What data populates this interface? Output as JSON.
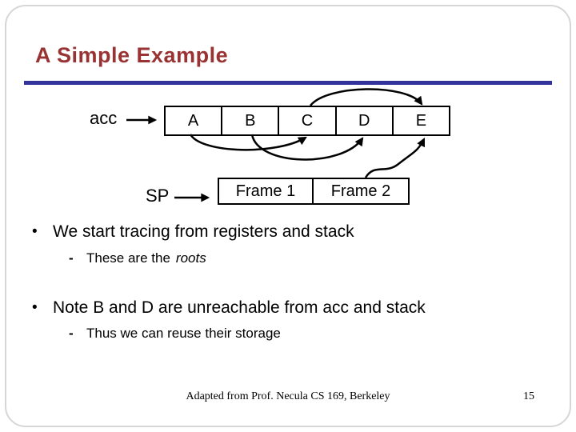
{
  "title": "A Simple Example",
  "diagram": {
    "acc_label": "acc",
    "sp_label": "SP",
    "cells": [
      "A",
      "B",
      "C",
      "D",
      "E"
    ],
    "frames": [
      "Frame 1",
      "Frame 2"
    ],
    "pointers": [
      {
        "from": "acc",
        "to": "A"
      },
      {
        "from": "A",
        "to": "C"
      },
      {
        "from": "B",
        "to": "D"
      },
      {
        "from": "C",
        "to": "E"
      },
      {
        "from": "Frame 2",
        "to": "E"
      },
      {
        "from": "SP",
        "to": "Frame 1"
      }
    ]
  },
  "bullets": [
    {
      "marker": "•",
      "text": "We start tracing from registers and stack",
      "sub_marker": "-",
      "sub_pre": "These are the",
      "sub_italic": "roots"
    },
    {
      "marker": "•",
      "text": "Note B and D are unreachable from acc and stack",
      "sub_marker": "-",
      "sub_pre": "Thus we can reuse their storage",
      "sub_italic": ""
    }
  ],
  "footer": {
    "credit": "Adapted from Prof. Necula CS 169, Berkeley",
    "page": "15"
  },
  "colors": {
    "title": "#993333",
    "rule": "#32329b",
    "ink": "#000000",
    "slide_border": "#d6d6d6"
  }
}
